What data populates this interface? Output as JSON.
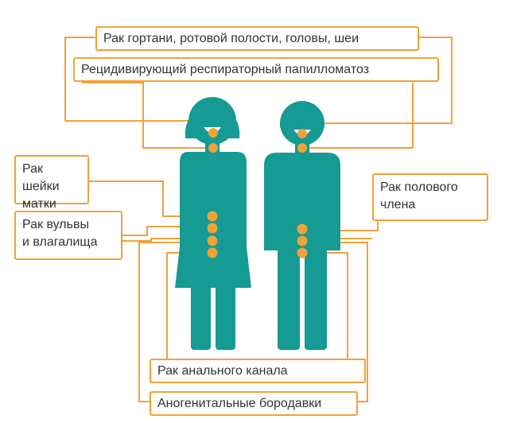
{
  "colors": {
    "figure": "#159a94",
    "accent": "#f0a23a",
    "text": "#333333"
  },
  "labels": {
    "head_neck_cancer": "Рак гортани, ротовой полости, головы, шеи",
    "papillomatosis": "Рецидивирующий респираторный папилломатоз",
    "cervical_cancer": "Рак шейки\nматки",
    "vulvar_vaginal_cancer": "Рак вульвы\nи влагалища",
    "penile_cancer": "Рак полового\nчлена",
    "anal_cancer": "Рак анального канала",
    "anogenital_warts": "Аногенитальные бородавки"
  }
}
